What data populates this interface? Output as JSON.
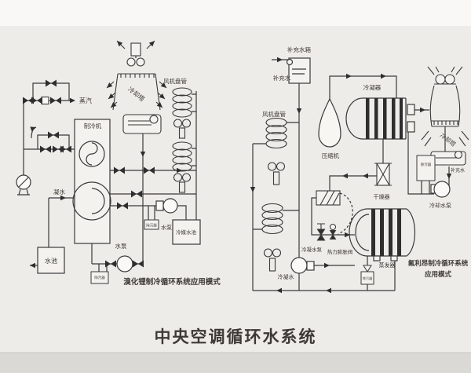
{
  "title": {
    "text": "中央空调循环水系统",
    "color": "#9e372e"
  },
  "colors": {
    "line": "#3a3a3a",
    "background": "#eeece8",
    "bottom_strip": "#dbd9d6"
  },
  "left": {
    "caption": "溴化锂制冷循环系统应用模式",
    "labels": {
      "steam": "蒸汽",
      "chiller": "制冷机",
      "cooling_tower": "冷却塔",
      "fan_coil": "风机盘管",
      "condensate": "凝水",
      "water_pool": "水池",
      "pump_mid": "水泵",
      "pump_bottom": "水泵",
      "chilled_water_pool": "冷媒水池",
      "strainer_mid": "除污器",
      "strainer_bottom": "除污器"
    }
  },
  "right": {
    "caption_line1": "氟利昂制冷循环系统",
    "caption_line2": "应用模式",
    "labels": {
      "makeup_tank": "补充水箱",
      "makeup_water": "补充水",
      "fan_coil": "风机盘管",
      "compressor": "压缩机",
      "condenser": "冷凝器",
      "cooling_tower": "冷却塔",
      "tower_makeup": "补充水",
      "dryer": "干燥器",
      "expansion_valve": "热力膨胀阀",
      "evaporator": "蒸发器",
      "condensate_pump": "冷凝水泵",
      "condensate": "冷凝水",
      "cooling_pump": "冷却水泵",
      "strainer_pump": "除污器",
      "strainer_evap": "除污器"
    }
  }
}
